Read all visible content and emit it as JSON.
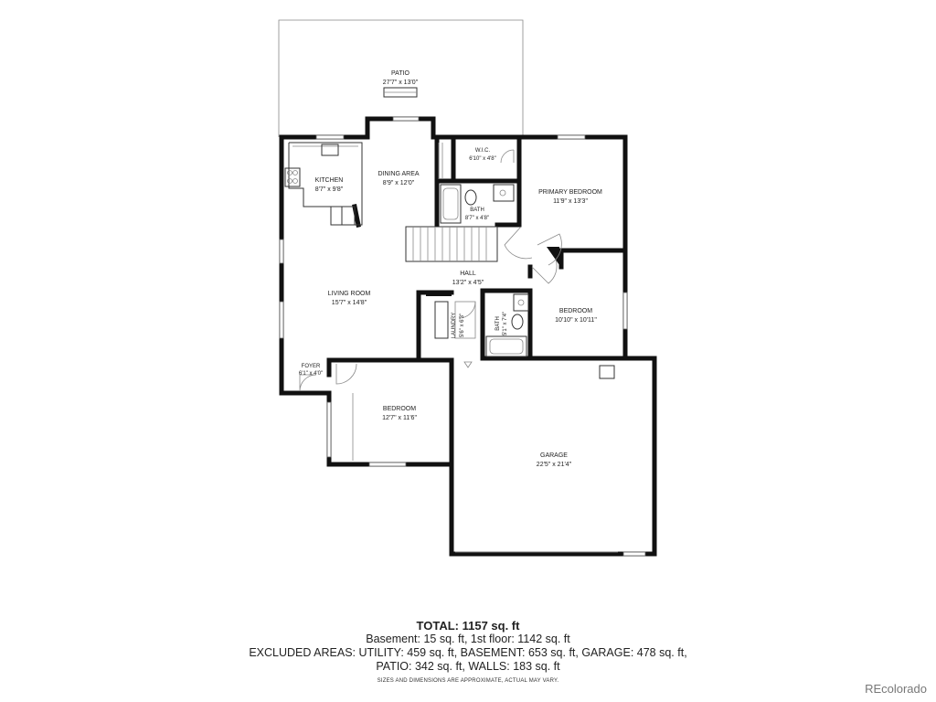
{
  "rooms": {
    "patio": {
      "name": "PATIO",
      "dims": "27'7\" x 13'0\""
    },
    "kitchen": {
      "name": "KITCHEN",
      "dims": "8'7\" x 9'8\""
    },
    "dining": {
      "name": "DINING AREA",
      "dims": "8'9\" x 12'0\""
    },
    "wic": {
      "name": "W.I.C.",
      "dims": "6'10\" x 4'8\""
    },
    "primary_bedroom": {
      "name": "PRIMARY BEDROOM",
      "dims": "11'9\" x 13'3\""
    },
    "bath_upper": {
      "name": "BATH",
      "dims": "8'7\" x 4'8\""
    },
    "hall": {
      "name": "HALL",
      "dims": "13'2\" x 4'5\""
    },
    "living_room": {
      "name": "LIVING ROOM",
      "dims": "15'7\" x 14'8\""
    },
    "laundry": {
      "name": "LAUNDRY",
      "dims": "5'6\" x 6'3\""
    },
    "bath_lower": {
      "name": "BATH",
      "dims": "5'1\" x 7'4\""
    },
    "bedroom_right": {
      "name": "BEDROOM",
      "dims": "10'10\" x 10'11\""
    },
    "foyer": {
      "name": "FOYER",
      "dims": "6'1\" x 4'0\""
    },
    "bedroom_lower": {
      "name": "BEDROOM",
      "dims": "12'7\" x 11'6\""
    },
    "garage": {
      "name": "GARAGE",
      "dims": "22'5\" x 21'4\""
    }
  },
  "summary": {
    "total": "TOTAL: 1157 sq. ft",
    "line2": "Basement: 15 sq. ft, 1st floor: 1142 sq. ft",
    "line3": "EXCLUDED AREAS: UTILITY: 459 sq. ft, BASEMENT: 653 sq. ft, GARAGE: 478 sq. ft,",
    "line4": "PATIO: 342 sq. ft, WALLS: 183 sq. ft",
    "disclaimer": "SIZES AND DIMENSIONS ARE APPROXIMATE, ACTUAL MAY VARY."
  },
  "watermark": "REcolorado"
}
